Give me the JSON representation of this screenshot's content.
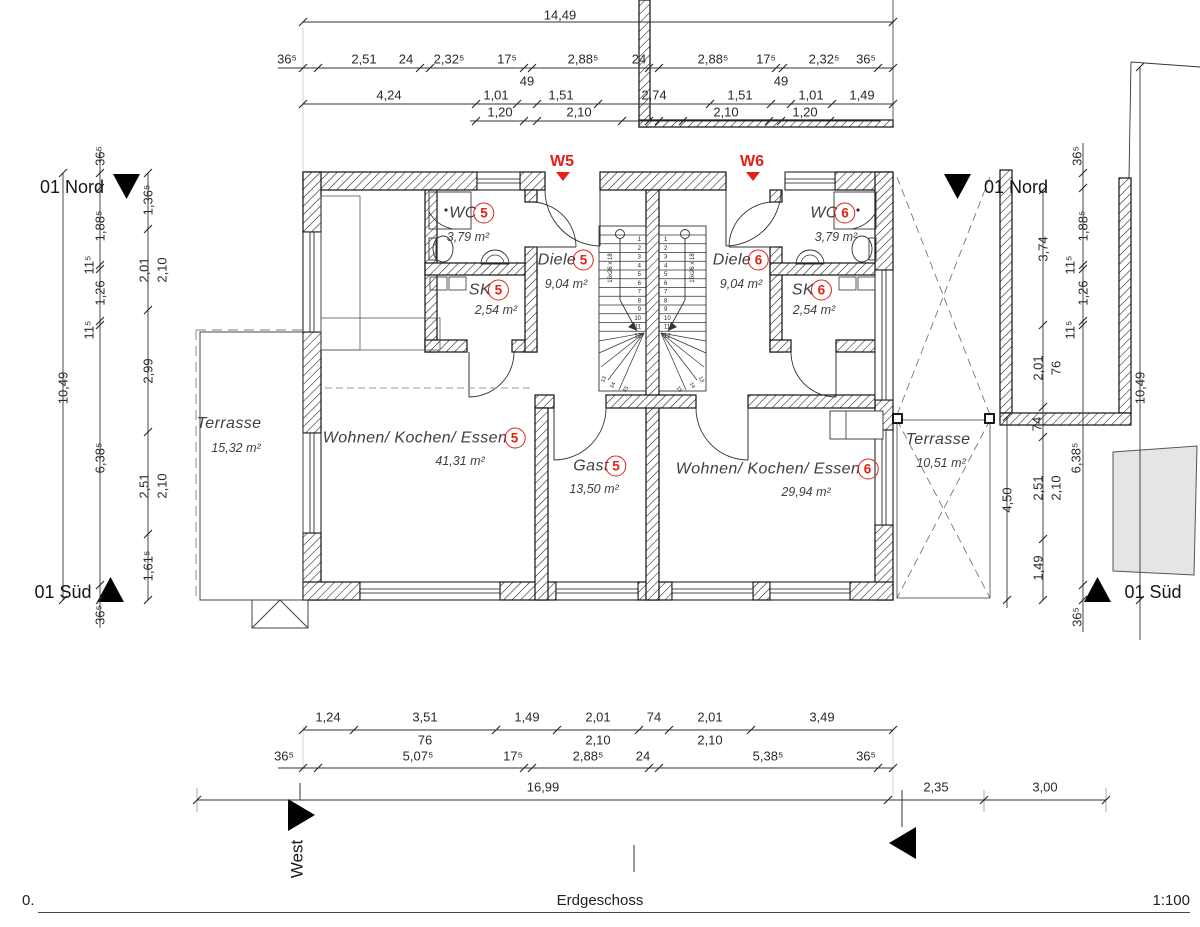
{
  "footer": {
    "index": "0.",
    "title": "Erdgeschoss",
    "scale": "1:100"
  },
  "markers": {
    "nord_left": "01 Nord",
    "nord_right": "01 Nord",
    "sued_left": "01 Süd",
    "sued_right": "01 Süd",
    "west": "West",
    "w5": "W5",
    "w6": "W6"
  },
  "rooms": {
    "wc5": {
      "name": "WC",
      "number": "5",
      "area": "3,79 m²"
    },
    "diele5": {
      "name": "Diele",
      "number": "5",
      "area": "9,04 m²"
    },
    "sk5": {
      "name": "SK",
      "number": "5",
      "area": "2,54 m²"
    },
    "wke5": {
      "name": "Wohnen/ Kochen/ Essen",
      "number": "5",
      "area": "41,31 m²"
    },
    "gast5": {
      "name": "Gast",
      "number": "5",
      "area": "13,50 m²"
    },
    "terr_l": {
      "name": "Terrasse",
      "number": "",
      "area": "15,32 m²"
    },
    "wc6": {
      "name": "WC",
      "number": "6",
      "area": "3,79 m²"
    },
    "diele6": {
      "name": "Diele",
      "number": "6",
      "area": "9,04 m²"
    },
    "sk6": {
      "name": "SK",
      "number": "6",
      "area": "2,54 m²"
    },
    "wke6": {
      "name": "Wohnen/ Kochen/ Essen",
      "number": "6",
      "area": "29,94 m²"
    },
    "terr_r": {
      "name": "Terrasse",
      "number": "",
      "area": "10,51 m²"
    }
  },
  "stairs": {
    "treads": [
      "1",
      "2",
      "3",
      "4",
      "5",
      "6",
      "7",
      "8",
      "9",
      "10",
      "11",
      "12",
      "13",
      "14",
      "15"
    ],
    "annotation": "16x26 x 18"
  },
  "dims": {
    "top_total": "14,49",
    "top_row2": [
      "36⁵",
      "2,51",
      "24",
      "2,32⁵",
      "17⁵",
      "2,88⁵",
      "24",
      "2,88⁵",
      "17⁵",
      "2,32⁵",
      "36⁵"
    ],
    "top_49": [
      "49",
      "49"
    ],
    "top_row3": [
      "4,24",
      "1,01",
      "1,51",
      "2,74",
      "1,51",
      "1,01",
      "1,49"
    ],
    "top_row4": [
      "1,20",
      "2,10",
      "2,10",
      "1,20"
    ],
    "bottom_row1": [
      "1,24",
      "3,51",
      "1,49",
      "2,01",
      "74",
      "2,01",
      "3,49"
    ],
    "bottom_row1_sub": [
      "76",
      "2,10",
      "2,10"
    ],
    "bottom_row2": [
      "36⁵",
      "5,07⁵",
      "17⁵",
      "2,88⁵",
      "24",
      "5,38⁵",
      "36⁵"
    ],
    "bottom_total": [
      "16,99",
      "2,35",
      "3,00"
    ],
    "left_outer": "10,49",
    "left_chain": [
      "36⁵",
      "1,88⁵",
      "11⁵",
      "1,26",
      "11⁵",
      "6,38⁵",
      "36⁵"
    ],
    "left_inner": [
      "1,36⁵",
      "2,01",
      "2,10",
      "2,99",
      "2,51",
      "2,10",
      "1,61⁵"
    ],
    "right_chain": [
      "36⁵",
      "1,88⁵",
      "11⁵",
      "1,26",
      "11⁵",
      "6,38⁵",
      "36⁵"
    ],
    "right_inner": [
      "3,74",
      "2,01",
      "76",
      "74",
      "2,51",
      "2,10",
      "1,49"
    ],
    "right_outer": "10,49",
    "right_terrace": "4,50"
  }
}
